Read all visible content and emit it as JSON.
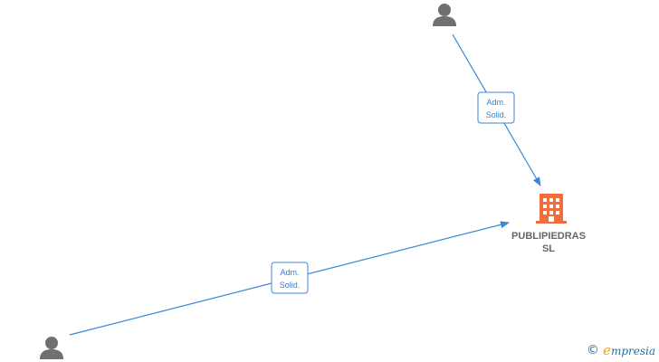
{
  "nodes": {
    "person_top": {
      "type": "person",
      "icon": "person-icon"
    },
    "person_bottom": {
      "type": "person",
      "icon": "person-icon"
    },
    "company": {
      "type": "company",
      "icon": "building-icon",
      "name_line1": "PUBLIPIEDRAS",
      "name_line2": "SL"
    }
  },
  "edges": [
    {
      "from": "person_top",
      "to": "company",
      "label_line1": "Adm.",
      "label_line2": "Solid."
    },
    {
      "from": "person_bottom",
      "to": "company",
      "label_line1": "Adm.",
      "label_line2": "Solid."
    }
  ],
  "colors": {
    "edge": "#3b86d9",
    "person": "#707070",
    "company": "#f26d3d",
    "label_text": "#666666"
  },
  "watermark": {
    "copyright": "©",
    "brand_initial": "e",
    "brand_rest": "mpresia"
  }
}
